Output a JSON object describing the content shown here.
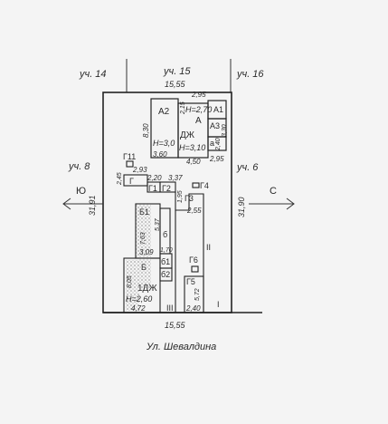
{
  "neighbors": {
    "top_left": "уч. 14",
    "top_mid": "уч. 15",
    "top_right": "уч. 16",
    "mid_left": "уч. 8",
    "mid_right": "уч. 6"
  },
  "directions": {
    "west": "Ю",
    "east": "С"
  },
  "street": "Ул. Шевалдина",
  "site": {
    "top_width": "15,55",
    "bottom_width": "15,55",
    "left_side": "31,91",
    "right_side": "31,90"
  },
  "house": {
    "labels": {
      "A": "А",
      "A1": "А1",
      "A2": "А2",
      "A3": "А3",
      "a": "а",
      "dzh": "ДЖ",
      "h1": "Н=2,70",
      "h2": "Н=3,0",
      "h3": "Н=3,10"
    },
    "dims": {
      "w_top": "2,95",
      "a2_h": "8,30",
      "a2_w": "3,60",
      "a_notch": "2,15",
      "a_w": "4,50",
      "a3_h": "3,30",
      "a_h": "2,40",
      "a3_w": "2,95"
    }
  },
  "outbuildings": {
    "labels": {
      "G": "Г",
      "G1": "Г1",
      "G2": "Г2",
      "G3": "Г3",
      "G4": "Г4",
      "G5": "Г5",
      "G6": "Г6",
      "G11": "Г11",
      "B": "Б",
      "B1": "Б1",
      "b": "б",
      "b1": "б1",
      "b2": "б2",
      "dzh2": "1ДЖ",
      "h_b": "Н=2,60",
      "r2": "II",
      "r3": "III",
      "r1": "I"
    },
    "dims": {
      "g_w": "2,93",
      "g_h": "2,45",
      "g1_w": "2,20",
      "g2_w": "3,37",
      "g3_h": "1,95",
      "g3_w": "2,55",
      "b1_h": "7,63",
      "b1_w": "5,37",
      "b_w": "3,09",
      "b_h": "8,05",
      "b1_inner": "1,70",
      "b_bottom": "4,72",
      "g5_h": "5,72",
      "g5_w": "2,40"
    }
  }
}
